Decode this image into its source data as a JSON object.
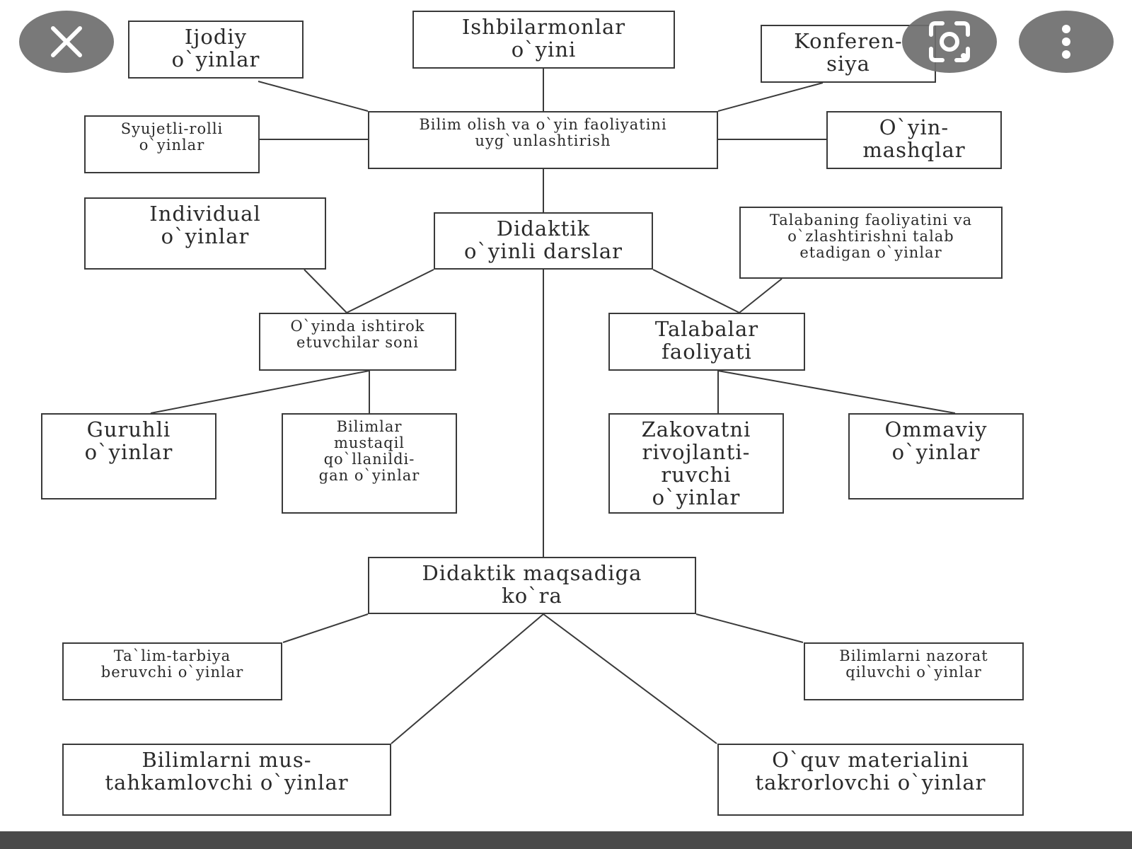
{
  "diagram": {
    "nodes": {
      "ijodiy": "Ijodiy\no`yinlar",
      "ishbilarmonlar": "Ishbilarmonlar\no`yini",
      "konferensiya": "Konferen-\nsiya",
      "syujetli": "Syujetli-rolli\no`yinlar",
      "bilim_olish": "Bilim olish va o`yin faoliyatini\nuyg`unlashtirish",
      "oyin_mashqlar": "O`yin-\nmashqlar",
      "individual": "Individual\no`yinlar",
      "didaktik_darslar": "Didaktik\no`yinli darslar",
      "talabaning": "Talabaning faoliyatini va\no`zlashtirishni talab\netadigan o`yinlar",
      "ishtirokchilar": "O`yinda ishtirok\netuvchilar soni",
      "talabalar_faoliyati": "Talabalar\nfaoliyati",
      "guruhli": "Guruhli\no`yinlar",
      "bilimlar_mustaqil": "Bilimlar\nmustaqil\nqo`llanildi-\ngan o`yinlar",
      "zakovatni": "Zakovatni\nrivojlanti-\nruvchi\no`yinlar",
      "ommaviy": "Ommaviy\no`yinlar",
      "didaktik_maqsad": "Didaktik maqsadiga\nko`ra",
      "talim_tarbiya": "Ta`lim-tarbiya\nberuvchi o`yinlar",
      "nazorat": "Bilimlarni nazorat\nqiluvchi o`yinlar",
      "mustahkamlovchi": "Bilimlarni mus-\ntahkamlovchi o`yinlar",
      "takrorlovchi": "O`quv materialini\ntakrorlovchi o`yinlar"
    },
    "line_color": "#3a3a3a"
  },
  "overlay": {
    "close_icon": "close-icon",
    "lens_icon": "lens-icon",
    "more_icon": "more-vertical-icon",
    "button_color": "#6e6e6e"
  }
}
